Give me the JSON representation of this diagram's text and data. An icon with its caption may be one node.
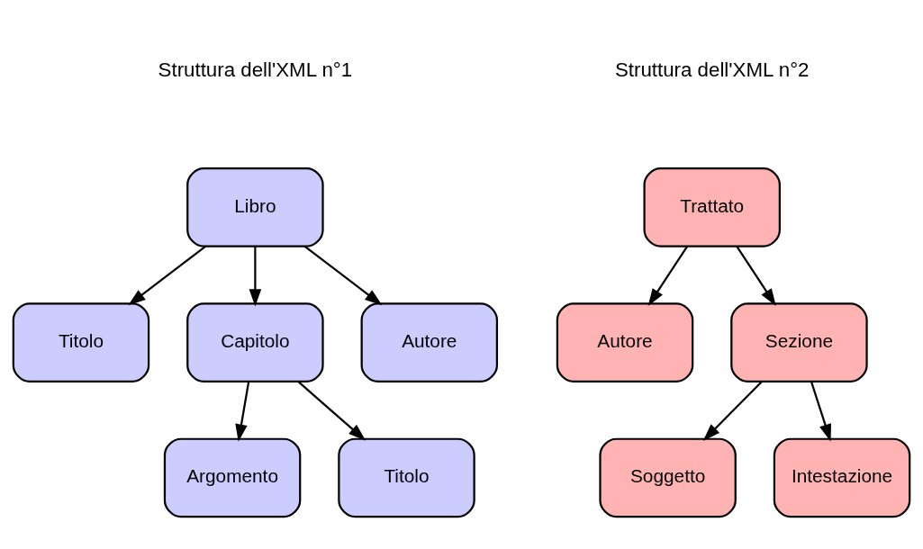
{
  "diagram": {
    "nodes": [
      {
        "text": [
          "Libro"
        ]
      },
      {
        "text": [
          "Titolo"
        ]
      },
      {
        "text": [
          "Capitolo"
        ]
      },
      {
        "text": [
          "Autore"
        ]
      },
      {
        "text": [
          "Argomento"
        ]
      },
      {
        "text": [
          "Titolo"
        ]
      },
      {
        "text": [
          "Trattato"
        ]
      },
      {
        "text": [
          "Autore"
        ]
      },
      {
        "text": [
          "Sezione"
        ]
      },
      {
        "text": [
          "Soggetto"
        ]
      },
      {
        "text": [
          "Intestazione"
        ]
      }
    ],
    "edges": [
      {
        "from": 0,
        "to": 1,
        "arrow": "to"
      },
      {
        "from": 0,
        "to": 2,
        "arrow": "to"
      },
      {
        "from": 0,
        "to": 3,
        "arrow": "to"
      },
      {
        "from": 2,
        "to": 4,
        "arrow": "to"
      },
      {
        "from": 2,
        "to": 5,
        "arrow": "to"
      },
      {
        "from": 6,
        "to": 7,
        "arrow": "to"
      },
      {
        "from": 6,
        "to": 8,
        "arrow": "to"
      },
      {
        "from": 8,
        "to": 9,
        "arrow": "to"
      },
      {
        "from": 8,
        "to": 10,
        "arrow": "to"
      }
    ],
    "labels": [
      "Struttura dell'XML n°1",
      "Struttura dell'XML n°2"
    ]
  }
}
